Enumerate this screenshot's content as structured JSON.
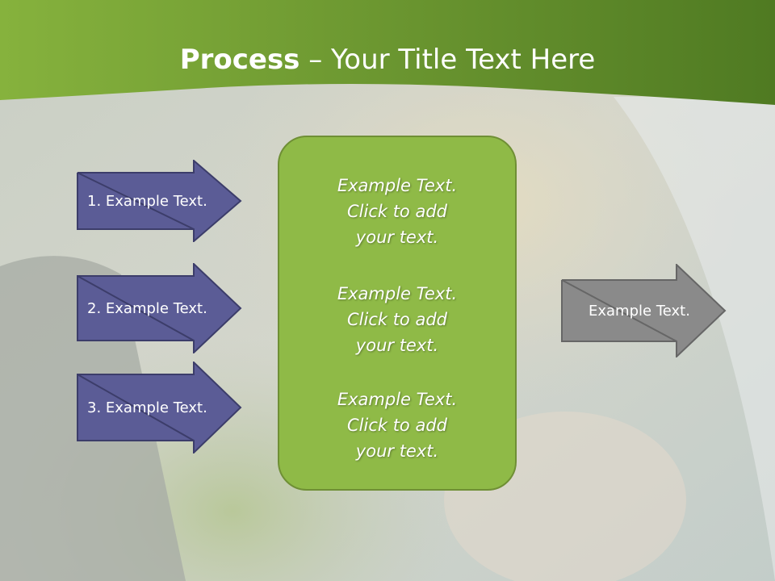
{
  "title": {
    "bold": "Process",
    "rest": " – Your Title Text Here"
  },
  "steps": [
    {
      "label": "1. Example Text."
    },
    {
      "label": "2. Example Text."
    },
    {
      "label": "3. Example Text."
    }
  ],
  "center_blocks": [
    {
      "line1": "Example Text.",
      "line2": "Click  to add",
      "line3": "your text."
    },
    {
      "line1": "Example Text.",
      "line2": "Click  to add",
      "line3": "your text."
    },
    {
      "line1": "Example Text.",
      "line2": "Click  to add",
      "line3": "your text."
    }
  ],
  "output": {
    "label": "Example Text."
  },
  "colors": {
    "header_green": "#5f8a2a",
    "box_green": "#8fba47",
    "step_purple": "#5b5c96",
    "output_gray": "#8a8a8a"
  }
}
